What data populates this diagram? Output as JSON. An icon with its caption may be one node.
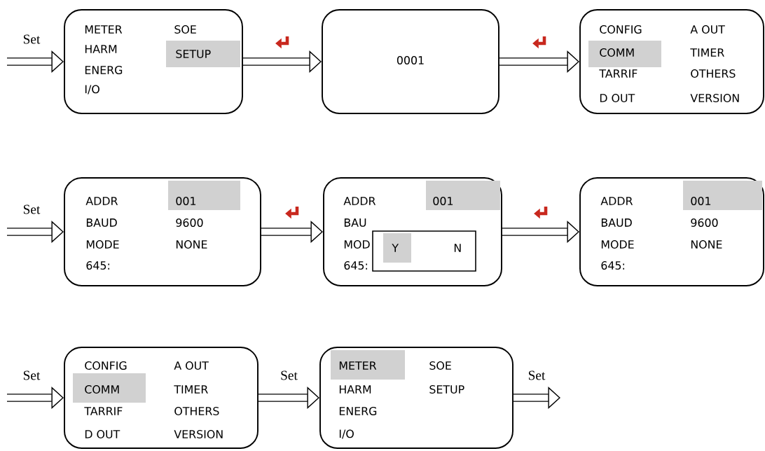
{
  "diagram": {
    "nodes": [
      {
        "text": [
          "METER",
          "SOE",
          "HARM",
          "ENERG",
          "I/O"
        ]
      },
      {
        "text": [
          "SETUP"
        ],
        "in": 0
      },
      {
        "text": [
          "0001"
        ]
      },
      {
        "text": [
          "CONFIG",
          "A OUT",
          "TIMER",
          "TARRIF",
          "OTHERS",
          "D OUT",
          "VERSION"
        ]
      },
      {
        "text": [
          "COMM"
        ],
        "in": 3
      },
      {
        "text": [
          "ADDR",
          "BAUD",
          "9600",
          "MODE",
          "NONE",
          "645:"
        ]
      },
      {
        "text": [
          "001"
        ],
        "in": 5
      },
      {
        "text": [
          "ADDR",
          "BAU",
          "MOD",
          "645:"
        ]
      },
      {
        "text": [
          "001"
        ],
        "in": 7
      },
      {
        "text": [
          "N"
        ],
        "in": 7
      },
      {
        "text": [
          "Y"
        ],
        "in": 9
      },
      {
        "text": [
          "ADDR",
          "BAUD",
          "9600",
          "MODE",
          "NONE",
          "645:"
        ]
      },
      {
        "text": [
          "001"
        ],
        "in": 11
      },
      {
        "text": [
          "CONFIG",
          "A OUT",
          "TIMER",
          "TARRIF",
          "OTHERS",
          "D OUT",
          "VERSION"
        ]
      },
      {
        "text": [
          "COMM"
        ],
        "in": 13
      },
      {
        "text": [
          "SOE",
          "HARM",
          "SETUP",
          "ENERG",
          "I/O"
        ]
      },
      {
        "text": [
          "METER"
        ],
        "in": 15
      }
    ],
    "edges": [
      {
        "from": null,
        "to": 0,
        "arrow": "to",
        "label": "Set"
      },
      {
        "from": 0,
        "to": 2,
        "arrow": "to"
      },
      {
        "from": 2,
        "to": 3,
        "arrow": "to"
      },
      {
        "from": null,
        "to": 5,
        "arrow": "to",
        "label": "Set"
      },
      {
        "from": 5,
        "to": 7,
        "arrow": "to"
      },
      {
        "from": 7,
        "to": 11,
        "arrow": "to"
      },
      {
        "from": null,
        "to": 13,
        "arrow": "to",
        "label": "Set"
      },
      {
        "from": 13,
        "to": 15,
        "arrow": "to",
        "label": "Set"
      },
      {
        "from": 15,
        "to": null,
        "arrow": "to",
        "label": "Set"
      }
    ]
  }
}
